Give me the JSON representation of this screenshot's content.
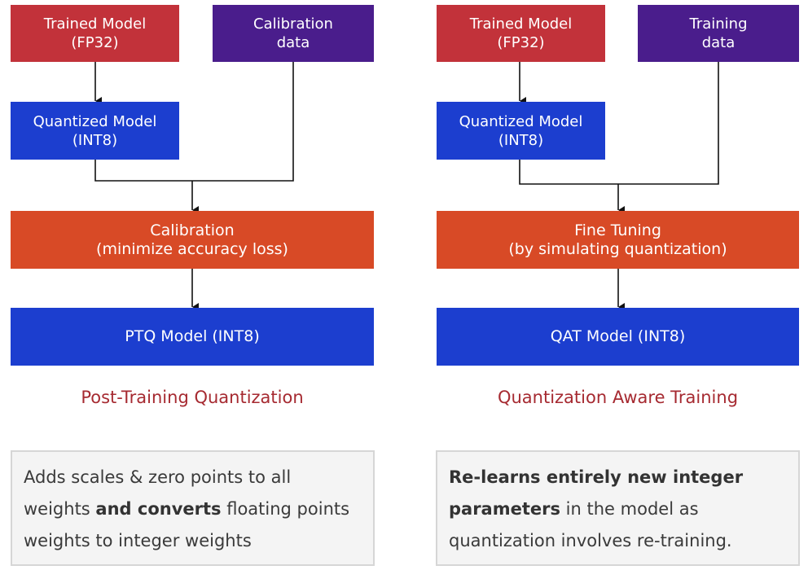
{
  "ptq": {
    "trained_model": [
      "Trained Model",
      "(FP32)"
    ],
    "calibration_data": [
      "Calibration",
      "data"
    ],
    "quantized_model": [
      "Quantized Model",
      "(INT8)"
    ],
    "calibration": [
      "Calibration",
      "(minimize accuracy loss)"
    ],
    "result_model": "PTQ Model (INT8)",
    "title": "Post-Training Quantization",
    "description": {
      "p1": "Adds scales & zero points to all weights ",
      "b1": "and converts",
      "p2": " floating points weights to integer weights"
    }
  },
  "qat": {
    "trained_model": [
      "Trained Model",
      "(FP32)"
    ],
    "training_data": [
      "Training",
      "data"
    ],
    "quantized_model": [
      "Quantized Model",
      "(INT8)"
    ],
    "fine_tuning": [
      "Fine Tuning",
      "(by simulating quantization)"
    ],
    "result_model": "QAT Model (INT8)",
    "title": "Quantization Aware Training",
    "description": {
      "b1": "Re-learns entirely new integer parameters",
      "p1": " in the model as quantization involves re-training."
    }
  },
  "colors": {
    "trained_model": "#c2323a",
    "data": "#4a1d8c",
    "model": "#1c3ecf",
    "process": "#d84a26",
    "caption": "#a62a31"
  }
}
